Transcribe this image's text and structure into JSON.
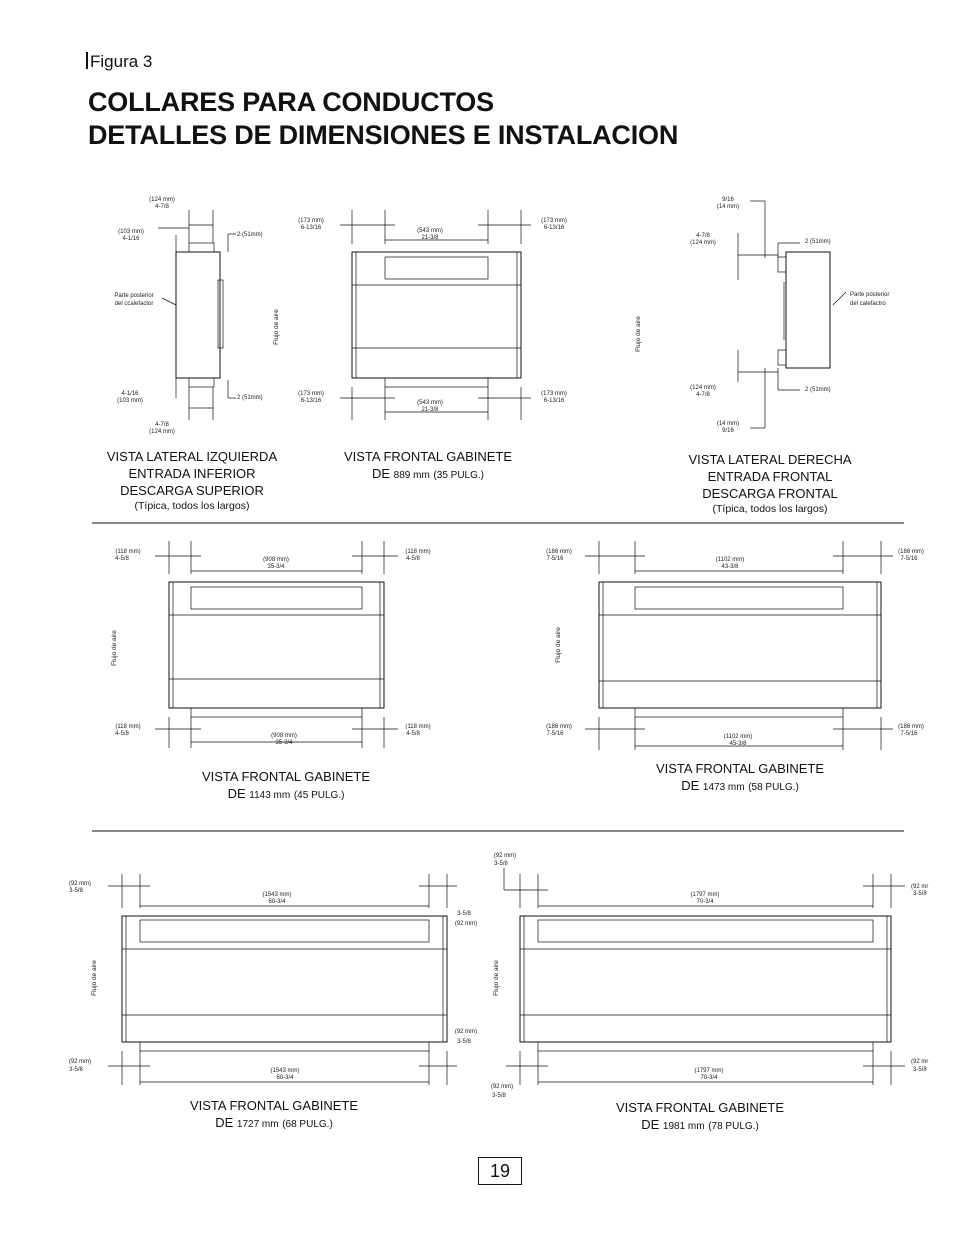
{
  "figure_label": "Figura 3",
  "title": {
    "line1": "COLLARES PARA CONDUCTOS",
    "line2": "DETALLES DE DIMENSIONES E INSTALACION"
  },
  "page_number": "19",
  "views": {
    "left": {
      "caption": [
        "VISTA LATERAL IZQUIERDA",
        "ENTRADA INFERIOR",
        "DESCARGA SUPERIOR"
      ],
      "note": "(Típica, todos los largos)",
      "dims": {
        "top_depth": [
          "(124 mm)",
          "4-7/8"
        ],
        "top_offset": [
          "(103 mm)",
          "4-1/16"
        ],
        "top_height": "2 (51mm)",
        "back_label": [
          "Parte posterior",
          "del ccalefactor"
        ],
        "bot_offset": [
          "4-1/16",
          "(103 mm)"
        ],
        "bot_height": "2 (51mm)",
        "bot_depth": [
          "4-7/8",
          "(124 mm)"
        ]
      }
    },
    "front889": {
      "caption": "VISTA FRONTAL GABINETE",
      "size_prefix": "DE",
      "size_mm": "889 mm",
      "size_in": "(35 PULG.)",
      "dims": {
        "top_left": [
          "(173 mm)",
          "6-13/16"
        ],
        "top_mid": [
          "(543 mm)",
          "21-3/8"
        ],
        "top_right": [
          "(173 mm)",
          "6-13/16"
        ],
        "bot_left": [
          "(173 mm)",
          "6-13/16"
        ],
        "bot_mid": [
          "(543 mm)",
          "21-3/8"
        ],
        "bot_right": [
          "(173 mm)",
          "6-13/16"
        ],
        "flow": "Flujo de aire"
      }
    },
    "right": {
      "caption": [
        "VISTA LATERAL DERECHA",
        "ENTRADA FRONTAL",
        "DESCARGA FRONTAL"
      ],
      "note": "(Típica, todos los largos)",
      "dims": {
        "top_small": [
          "9/16",
          "(14 mm)"
        ],
        "top_depth": [
          "4-7/8",
          "(124 mm)"
        ],
        "top_height": "2 (51mm)",
        "back_label": [
          "Parte posterior",
          "del calefactro"
        ],
        "bot_depth": [
          "(124 mm)",
          "4-7/8"
        ],
        "bot_height": "2 (51mm)",
        "bot_small": [
          "(14 mm)",
          "9/16"
        ],
        "flow": "Flujo de aire"
      }
    },
    "front1143": {
      "caption": "VISTA FRONTAL GABINETE",
      "size_prefix": "DE",
      "size_mm": "1143 mm",
      "size_in": "(45 PULG.)",
      "dims": {
        "top_left": [
          "(118 mm)",
          "4-5/8"
        ],
        "top_mid": [
          "(908 mm)",
          "35-3/4"
        ],
        "top_right": [
          "(118 mm)",
          "4-5/8"
        ],
        "bot_left": [
          "(118 mm)",
          "4-5/8"
        ],
        "bot_mid": [
          "(908 mm)",
          "35-3/4"
        ],
        "bot_right": [
          "(118 mm)",
          "4-5/8"
        ],
        "flow": "Flujo de aire"
      }
    },
    "front1473": {
      "caption": "VISTA FRONTAL GABINETE",
      "size_prefix": "DE",
      "size_mm": "1473 mm",
      "size_in": "(58 PULG.)",
      "dims": {
        "top_left": [
          "(186 mm)",
          "7-5/16"
        ],
        "top_mid": [
          "(1102 mm)",
          "43-3/8"
        ],
        "top_right": [
          "(186 mm)",
          "7-5/16"
        ],
        "bot_left": [
          "(186 mm)",
          "7-5/16"
        ],
        "bot_mid": [
          "(1102 mm)",
          "45-3/8"
        ],
        "bot_right": [
          "(186 mm)",
          "7-5/16"
        ],
        "flow": "Flujo de aire"
      }
    },
    "front1727": {
      "caption": "VISTA FRONTAL GABINETE",
      "size_prefix": "DE",
      "size_mm": "1727 mm",
      "size_in": "(68 PULG.)",
      "dims": {
        "top_left": [
          "(92 mm)",
          "3-5/8"
        ],
        "top_mid": [
          "(1543 mm)",
          "60-3/4"
        ],
        "top_right": [
          "3-5/8",
          "(92 mm)"
        ],
        "bot_left": [
          "(92 mm)",
          "3-5/8"
        ],
        "bot_mid": [
          "(1543 mm)",
          "60-3/4"
        ],
        "bot_right": [
          "(92 mm)",
          "3-5/8"
        ],
        "flow": "Flujo de aire"
      }
    },
    "front1981": {
      "caption": "VISTA FRONTAL GABINETE",
      "size_prefix": "DE",
      "size_mm": "1981 mm",
      "size_in": "(78 PULG.)",
      "dims": {
        "top_left": [
          "(92 mm)",
          "3-5/8"
        ],
        "top_mid": [
          "(1797 mm)",
          "70-3/4"
        ],
        "top_right": [
          "(92 mr",
          "3-5/8"
        ],
        "bot_left": [
          "(92 mm)",
          "3-5/8"
        ],
        "bot_mid": [
          "(1797 mm)",
          "70-3/4"
        ],
        "bot_right": [
          "(92 mr",
          "3-5/8"
        ],
        "flow": "Flujo de aire"
      }
    }
  }
}
